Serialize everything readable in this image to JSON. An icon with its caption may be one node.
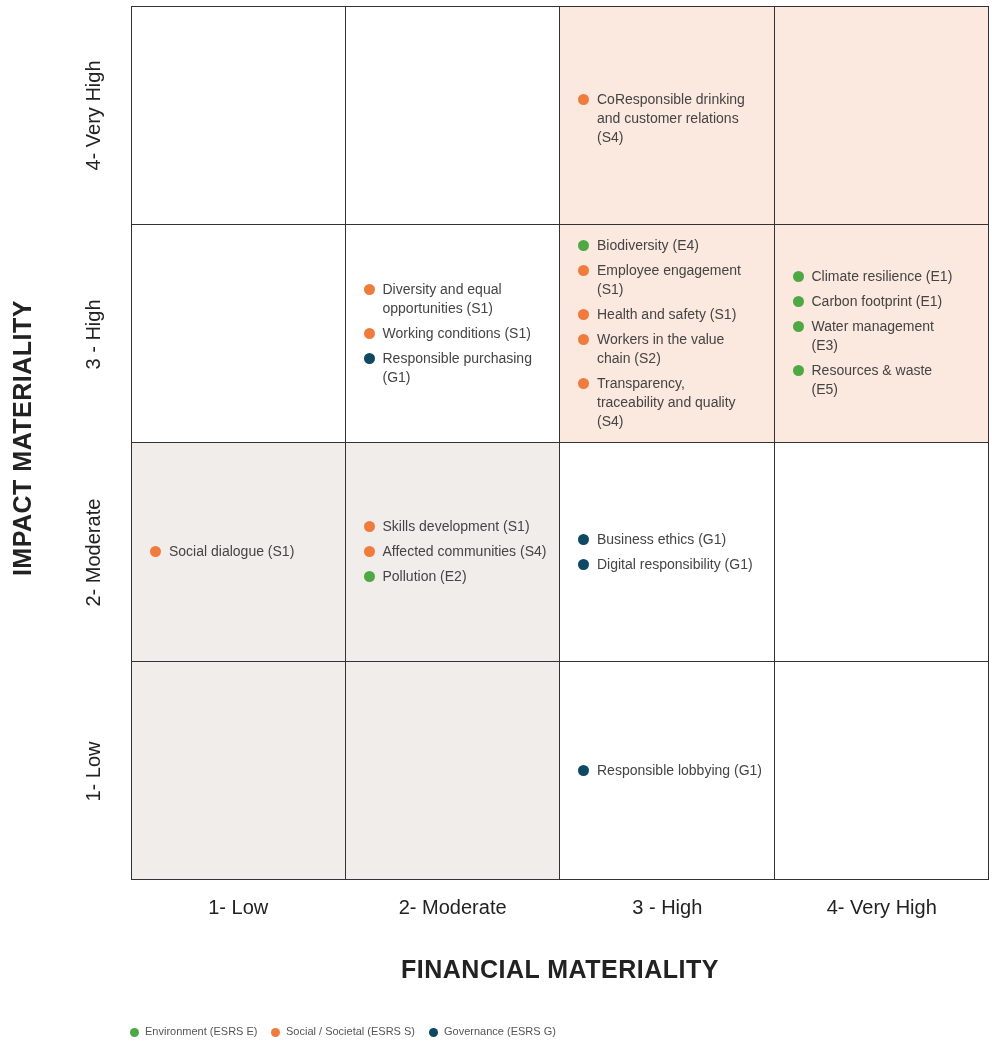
{
  "diagram": {
    "nodes": [
      {
        "text": [],
        "shape": "box"
      },
      {
        "text": [],
        "shape": "box"
      },
      {
        "text": [
          "CoResponsible drinking and customer relations (S4)"
        ]
      },
      {
        "text": [],
        "shape": "box"
      },
      {
        "text": [],
        "shape": "box"
      },
      {
        "text": [
          "Diversity and equal opportunities (S1)",
          "Working conditions (S1)",
          "Responsible purchasing (G1)"
        ]
      },
      {
        "text": [
          "Biodiversity (E4)",
          "Employee engagement (S1)",
          "Health and safety (S1)",
          "Workers in the value chain (S2)",
          "Transparency, traceability and quality (S4)"
        ]
      },
      {
        "text": [
          "Climate resilience (E1)",
          "Carbon footprint (E1)",
          "Water management (E3)",
          "Resources & waste (E5)"
        ]
      },
      {
        "text": [
          "Social dialogue (S1)"
        ]
      },
      {
        "text": [
          "Skills development (S1)",
          "Affected communities (S4)",
          "Pollution (E2)"
        ]
      },
      {
        "text": [
          "Business ethics (G1)",
          "Digital responsibility (G1)"
        ]
      },
      {
        "text": [],
        "shape": "box"
      },
      {
        "text": [],
        "shape": "box"
      },
      {
        "text": [],
        "shape": "box"
      },
      {
        "text": [
          "Responsible lobbying (G1)"
        ]
      },
      {
        "text": [],
        "shape": "box"
      }
    ],
    "edges": [],
    "labels": [
      "IMPACT MATERIALITY",
      "4- Very High",
      "3 - High",
      "2- Moderate",
      "1- Low",
      "1- Low",
      "2- Moderate",
      "3 - High",
      "4- Very High",
      "FINANCIAL MATERIALITY"
    ],
    "legend": [
      {
        "text": "Environment (ESRS E)",
        "color": "#4ea843"
      },
      {
        "text": "Social / Societal (ESRS S)",
        "color": "#ef7b3d"
      },
      {
        "text": "Governance (ESRS G)",
        "color": "#0e4862"
      }
    ]
  }
}
